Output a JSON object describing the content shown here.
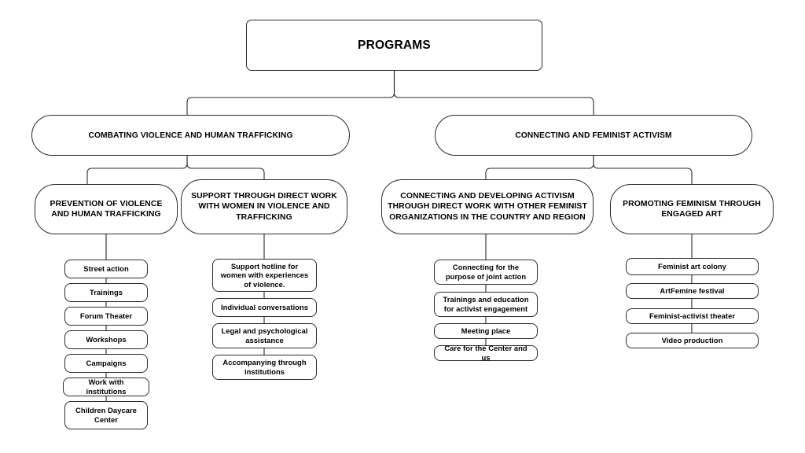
{
  "diagram": {
    "type": "organizational-tree",
    "title": "PROGRAMS",
    "background_color": "#ffffff",
    "line_color": "#2b2b2b",
    "text_color": "#000000",
    "root": {
      "label": "PROGRAMS"
    },
    "branches": [
      {
        "label": "COMBATING VIOLENCE AND HUMAN TRAFFICKING",
        "subgroups": [
          {
            "label": "PREVENTION OF VIOLENCE AND HUMAN TRAFFICKING",
            "items": [
              "Street action",
              "Trainings",
              "Forum Theater",
              "Workshops",
              "Campaigns",
              "Work with institutions",
              "Children Daycare Center"
            ]
          },
          {
            "label": "SUPPORT THROUGH DIRECT WORK WITH WOMEN IN VIOLENCE AND TRAFFICKING",
            "items": [
              "Support hotline for women with experiences of violence.",
              "Individual conversations",
              "Legal and psychological assistance",
              "Accompanying through institutions"
            ]
          }
        ]
      },
      {
        "label": "CONNECTING AND FEMINIST ACTIVISM",
        "subgroups": [
          {
            "label": "CONNECTING AND DEVELOPING ACTIVISM THROUGH DIRECT WORK WITH OTHER FEMINIST ORGANIZATIONS IN THE COUNTRY AND REGION",
            "items": [
              "Connecting for the purpose of joint action",
              "Trainings and education for activist engagement",
              "Meeting place",
              "Care for the Center and us"
            ]
          },
          {
            "label": "PROMOTING FEMINISM THROUGH ENGAGED ART",
            "items": [
              "Feminist art colony",
              "ArtFemine festival",
              "Feminist-activist theater",
              "Video production"
            ]
          }
        ]
      }
    ]
  }
}
